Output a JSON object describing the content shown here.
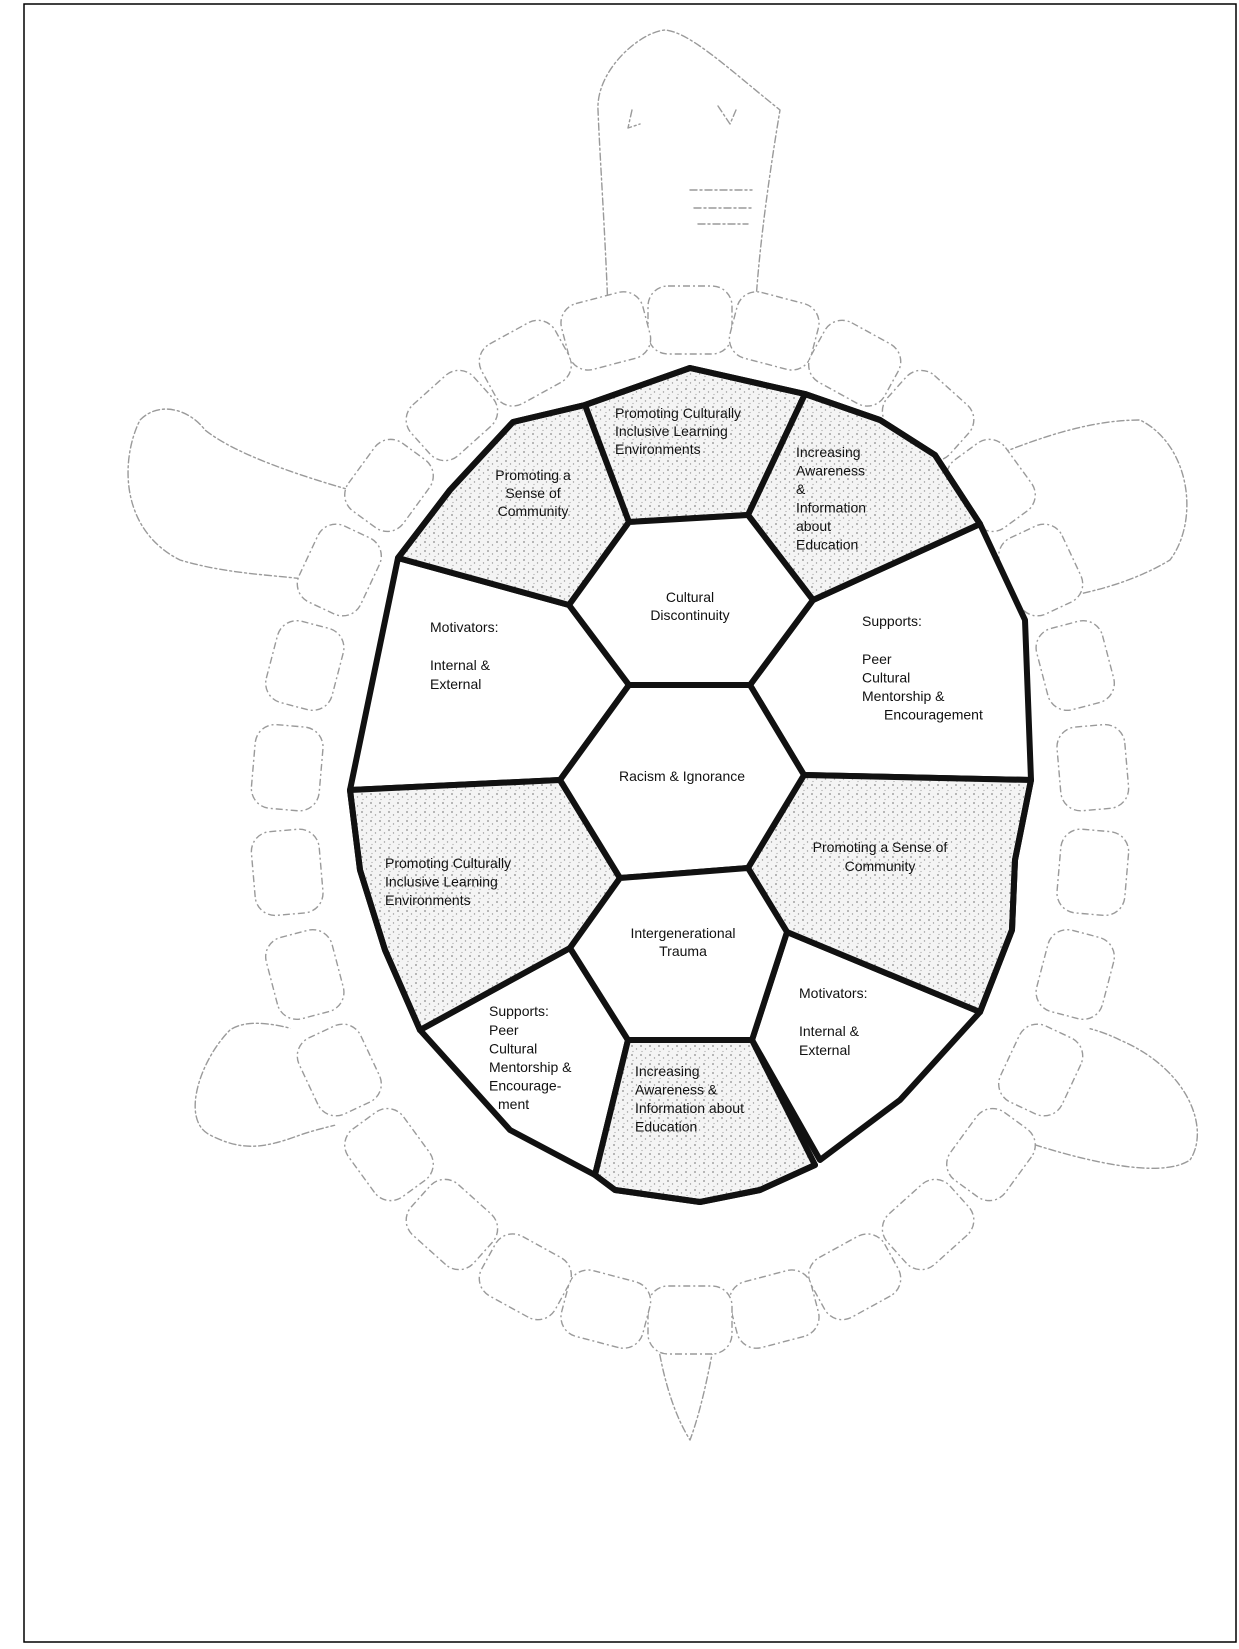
{
  "diagram": {
    "center": {
      "cultural_discontinuity": [
        "Cultural",
        "Discontinuity"
      ],
      "racism_ignorance": [
        "Racism & Ignorance"
      ],
      "intergenerational_trauma": [
        "Intergenerational",
        "Trauma"
      ]
    },
    "top": {
      "left": [
        "Promoting a",
        "Sense of",
        "Community"
      ],
      "middle": [
        "Promoting Culturally",
        "Inclusive Learning",
        "Environments"
      ],
      "right": [
        "Increasing",
        "Awareness",
        "&",
        "Information",
        "about",
        "Education"
      ]
    },
    "upper_left": {
      "heading": "Motivators:",
      "lines": [
        "Internal &",
        "External"
      ]
    },
    "upper_right": {
      "heading": "Supports:",
      "lines": [
        "Peer",
        "Cultural",
        "Mentorship &",
        "Encouragement"
      ]
    },
    "lower_left": [
      "Promoting Culturally",
      "Inclusive Learning",
      "Environments"
    ],
    "lower_right": [
      "Promoting a Sense of",
      "Community"
    ],
    "bottom_left": {
      "heading": "Supports:",
      "lines": [
        "Peer",
        "Cultural",
        "Mentorship &",
        "Encourage-",
        "ment"
      ]
    },
    "bottom_right": {
      "heading": "Motivators:",
      "lines": [
        "Internal &",
        "External"
      ]
    },
    "bottom_center": [
      "Increasing",
      "Awareness &",
      "Information about",
      "Education"
    ],
    "colors": {
      "outline": "#111111",
      "sketch": "#9a9a9a",
      "stipple": "#8a8a8a"
    }
  }
}
